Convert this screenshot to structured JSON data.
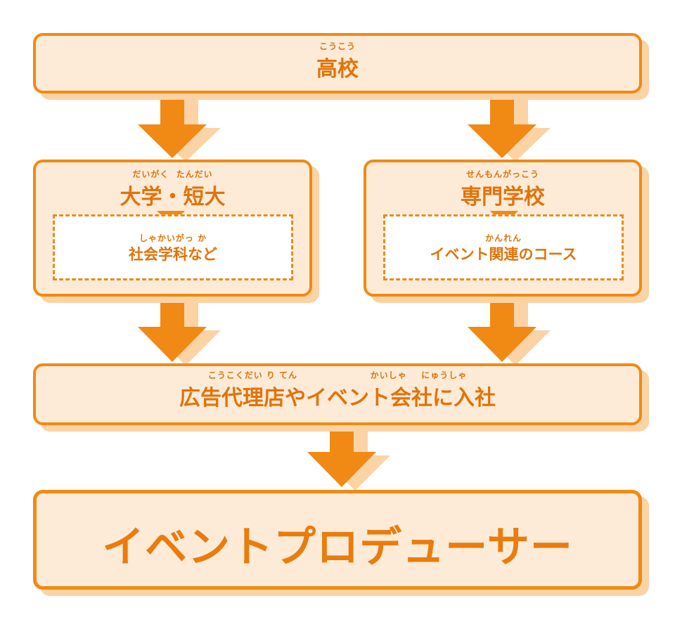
{
  "colors": {
    "accent": "#f08a14",
    "text": "#e0730a",
    "box_fill": "#fdebd7",
    "shadow": "#fbd3a5"
  },
  "boxes": {
    "high_school": {
      "ruby": "こうこう",
      "text": "高校"
    },
    "university": {
      "ruby": "だいがく  たんだい",
      "text": "大学・短大",
      "sub": {
        "ruby": "しゃかいがっ か",
        "text": "社会学科など"
      }
    },
    "vocational": {
      "ruby": "せんもんがっこう",
      "text": "専門学校",
      "sub": {
        "ruby": "かんれん",
        "text": "イベント関連のコース"
      }
    },
    "employment": {
      "ruby": "こうこくだい り てん                    かいしゃ    にゅうしゃ",
      "text": "広告代理店やイベント会社に入社"
    },
    "goal": {
      "text": "イベントプロデューサー"
    }
  }
}
